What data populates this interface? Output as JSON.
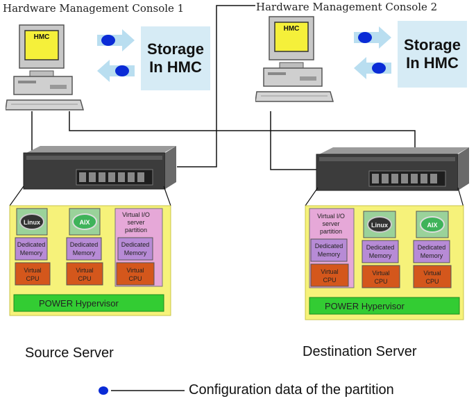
{
  "consoles": [
    {
      "title": "Hardware Management Console 1",
      "screen_label": "HMC",
      "storage_label_1": "Storage",
      "storage_label_2": "In HMC"
    },
    {
      "title": "Hardware Management Console 2",
      "screen_label": "HMC",
      "storage_label_1": "Storage",
      "storage_label_2": "In HMC"
    }
  ],
  "source_server": {
    "caption": "Source Server",
    "hypervisor_label": "POWER Hypervisor",
    "partitions": [
      {
        "logo": "Linux",
        "memory_1": "Dedicated",
        "memory_2": "Memory",
        "cpu_1": "Virtual",
        "cpu_2": "CPU"
      },
      {
        "logo": "AIX",
        "memory_1": "Dedicated",
        "memory_2": "Memory",
        "cpu_1": "Virtual",
        "cpu_2": "CPU"
      },
      {
        "vios_1": "Virtual I/O",
        "vios_2": "server",
        "vios_3": "partition",
        "memory_1": "Dedicated",
        "memory_2": "Memory",
        "cpu_1": "Virtual",
        "cpu_2": "CPU"
      }
    ]
  },
  "destination_server": {
    "caption": "Destination Server",
    "hypervisor_label": "POWER Hypervisor",
    "partitions": [
      {
        "vios_1": "Virtual I/O",
        "vios_2": "server",
        "vios_3": "partition",
        "memory_1": "Dedicated",
        "memory_2": "Memory",
        "cpu_1": "Virtual",
        "cpu_2": "CPU"
      },
      {
        "logo": "Linux",
        "memory_1": "Dedicated",
        "memory_2": "Memory",
        "cpu_1": "Virtual",
        "cpu_2": "CPU"
      },
      {
        "logo": "AIX",
        "memory_1": "Dedicated",
        "memory_2": "Memory",
        "cpu_1": "Virtual",
        "cpu_2": "CPU"
      }
    ]
  },
  "legend": {
    "label": "Configuration data of the partition"
  },
  "colors": {
    "storage_bg": "#d6ebf5",
    "dot": "#0a2bd6",
    "frame_yellow": "#f6f27a",
    "memory_purple": "#b78bd6",
    "cpu_orange": "#d4571c",
    "vios_pink": "#e6a8d8",
    "hypervisor_green": "#33cc33"
  }
}
